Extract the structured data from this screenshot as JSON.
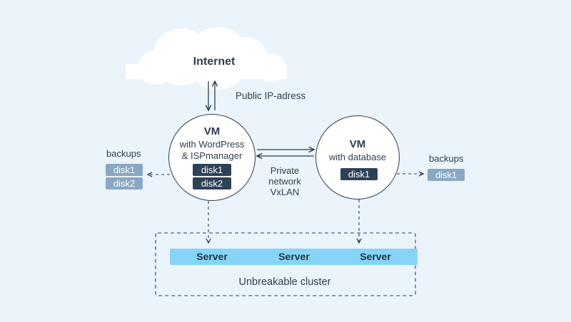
{
  "internet": {
    "label": "Internet"
  },
  "public_ip": {
    "label": "Public IP-adress"
  },
  "vm1": {
    "title": "VM",
    "line1": "with WordPress",
    "line2": "& ISPmanager",
    "disks": [
      "disk1",
      "disk2"
    ]
  },
  "vm2": {
    "title": "VM",
    "line1": "with database",
    "disks": [
      "disk1"
    ]
  },
  "private_network": {
    "lines": [
      "Private",
      "network",
      "VxLAN"
    ]
  },
  "backups_left": {
    "label": "backups",
    "disks": [
      "disk1",
      "disk2"
    ]
  },
  "backups_right": {
    "label": "backups",
    "disks": [
      "disk1"
    ]
  },
  "cluster": {
    "label": "Unbreakable cluster",
    "servers": [
      "Server",
      "Server",
      "Server"
    ]
  },
  "colors": {
    "background": "#ebf4fb",
    "text": "#2f3e4f",
    "disk_dark": "#2e4256",
    "disk_light": "#8aa8c2",
    "server": "#86d4f7"
  }
}
